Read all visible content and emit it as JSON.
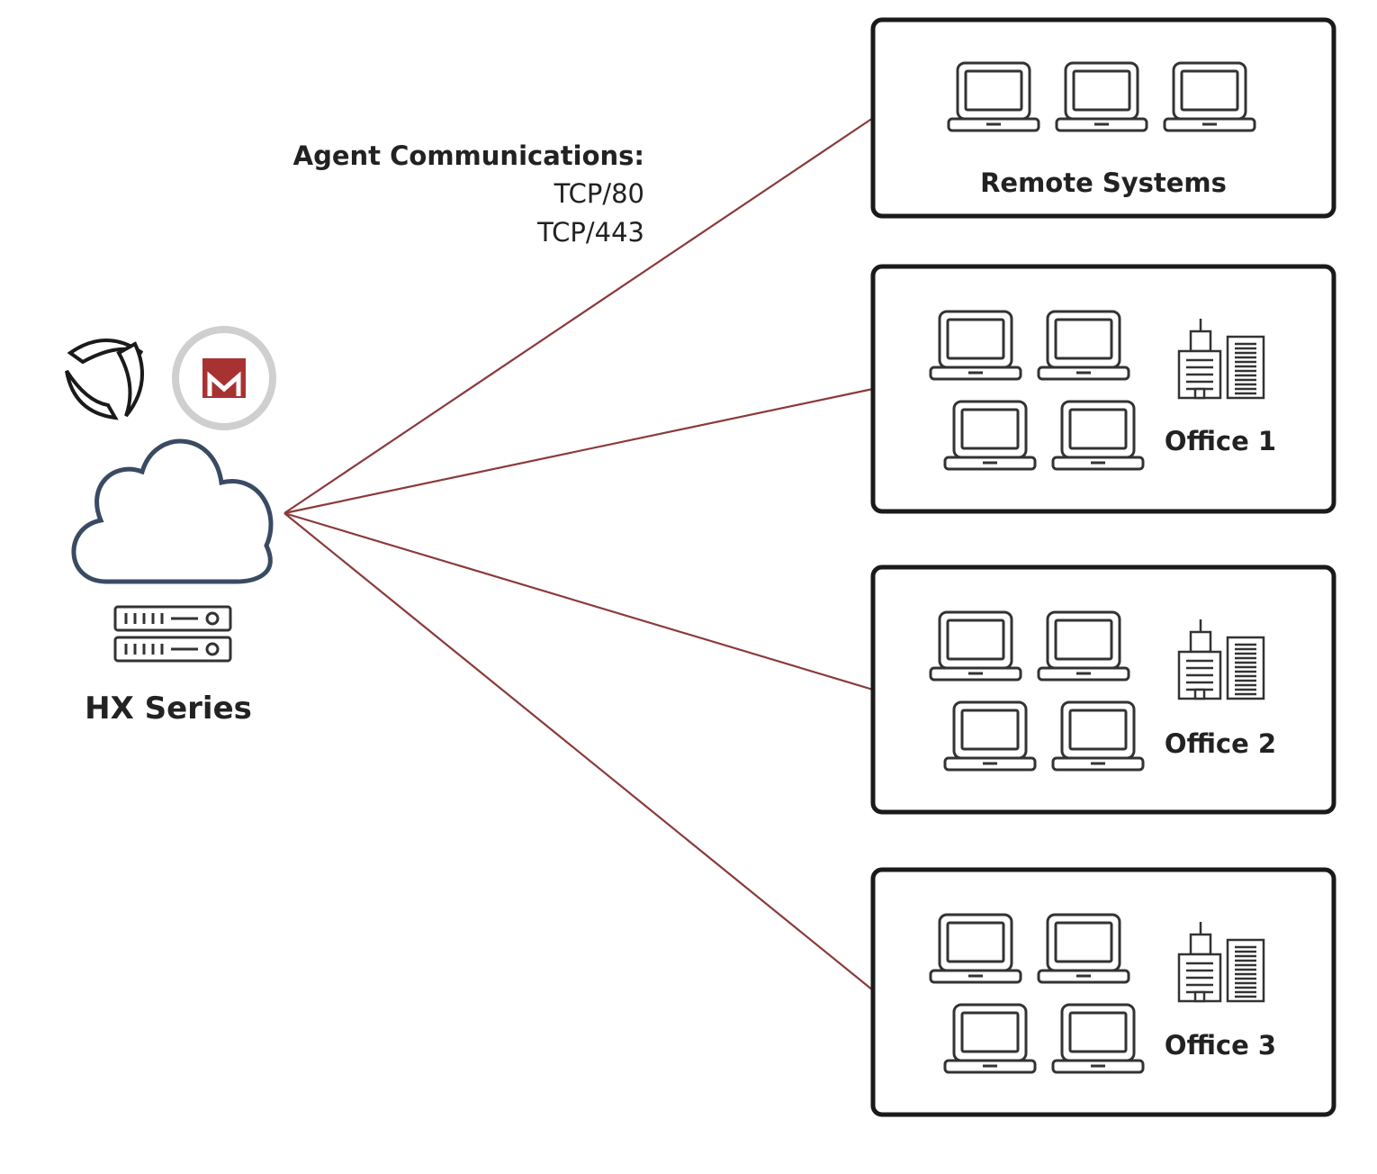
{
  "hub": {
    "label": "HX Series",
    "logos": [
      "fireeye-swirl-icon",
      "mandiant-m-logo"
    ],
    "icons": [
      "cloud-icon",
      "server-rack-icon"
    ]
  },
  "annotation": {
    "title": "Agent Communications:",
    "lines": [
      "TCP/80",
      "TCP/443"
    ]
  },
  "connector_color": "#8b3a3a",
  "endpoint_groups": [
    {
      "label": "Remote Systems",
      "laptops": 3,
      "building": false
    },
    {
      "label": "Office 1",
      "laptops": 4,
      "building": true
    },
    {
      "label": "Office 2",
      "laptops": 4,
      "building": true
    },
    {
      "label": "Office 3",
      "laptops": 4,
      "building": true
    }
  ],
  "colors": {
    "box_stroke": "#1a1a1a",
    "icon_stroke": "#333333",
    "cloud_stroke": "#3a4a63",
    "mandiant_red": "#a83232",
    "logo_ring": "#cfcfcf"
  }
}
